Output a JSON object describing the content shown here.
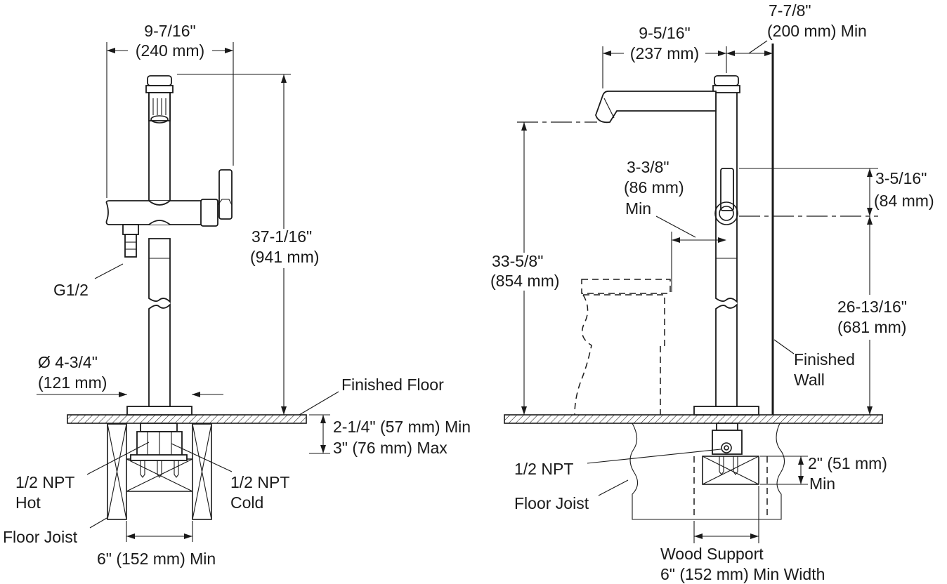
{
  "left_view": {
    "spout_reach": {
      "imperial": "9-7/16\"",
      "metric": "(240 mm)"
    },
    "height": {
      "imperial": "37-1/16\"",
      "metric": "(941 mm)"
    },
    "inlet_thread": "G1/2",
    "base_diameter": {
      "imperial": "Ø 4-3/4\"",
      "metric": "(121 mm)"
    },
    "finished_floor": "Finished Floor",
    "floor_thickness": {
      "min": "2-1/4\" (57 mm) Min",
      "max": "3\" (76 mm) Max"
    },
    "hot_supply": {
      "line1": "1/2 NPT",
      "line2": "Hot"
    },
    "cold_supply": {
      "line1": "1/2 NPT",
      "line2": "Cold"
    },
    "floor_joist": "Floor Joist",
    "joist_spacing": "6\" (152 mm) Min"
  },
  "right_view": {
    "spout_reach": {
      "imperial": "9-5/16\"",
      "metric": "(237 mm)"
    },
    "wall_clearance": {
      "imperial": "7-7/8\"",
      "metric": "(200 mm) Min"
    },
    "handle_clearance": {
      "imperial": "3-3/8\"",
      "metric": "(86 mm)",
      "note": "Min"
    },
    "handle_offset": {
      "imperial": "3-5/16\"",
      "metric": "(84 mm)"
    },
    "spout_height": {
      "imperial": "33-5/8\"",
      "metric": "(854 mm)"
    },
    "handle_height": {
      "imperial": "26-13/16\"",
      "metric": "(681 mm)"
    },
    "finished_wall": {
      "line1": "Finished",
      "line2": "Wall"
    },
    "supply": "1/2 NPT",
    "support_height": {
      "value": "2\" (51 mm)",
      "note": "Min"
    },
    "floor_joist": "Floor Joist",
    "wood_support": {
      "line1": "Wood Support",
      "line2": "6\" (152 mm) Min Width"
    }
  }
}
